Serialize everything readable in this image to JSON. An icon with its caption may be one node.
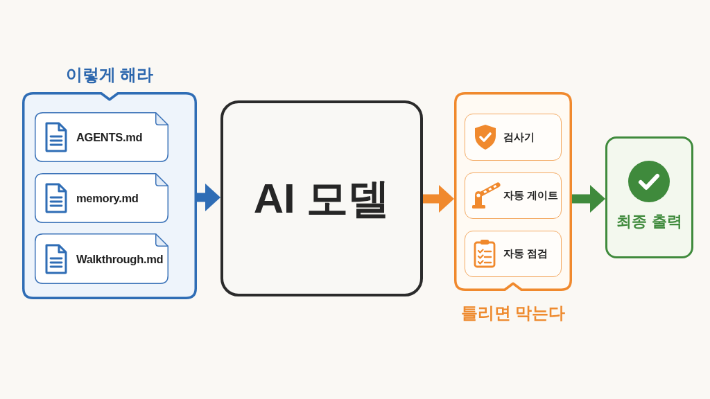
{
  "diagram": {
    "nodes": [
      {
        "text": [
          "이렇게 해라"
        ]
      },
      {
        "text": [
          "AGENTS.md"
        ],
        "in": 0
      },
      {
        "text": [
          "memory.md"
        ],
        "in": 0
      },
      {
        "text": [
          "Walkthrough.md"
        ],
        "in": 0
      },
      {
        "text": [
          "AI 모델"
        ]
      },
      {
        "text": [
          "틀리면 막는다"
        ]
      },
      {
        "text": [
          "검사기"
        ],
        "in": 5
      },
      {
        "text": [
          "자동 게이트"
        ],
        "in": 5
      },
      {
        "text": [
          "자동 점검"
        ],
        "in": 5
      },
      {
        "text": [
          "최종 출력"
        ]
      }
    ],
    "edges": [
      {
        "from": 0,
        "to": 4,
        "arrow": "to",
        "color": "#2f6db5"
      },
      {
        "from": 4,
        "to": 5,
        "arrow": "to",
        "color": "#f0892d"
      },
      {
        "from": 5,
        "to": 9,
        "arrow": "to",
        "color": "#3f8a3c"
      }
    ]
  }
}
